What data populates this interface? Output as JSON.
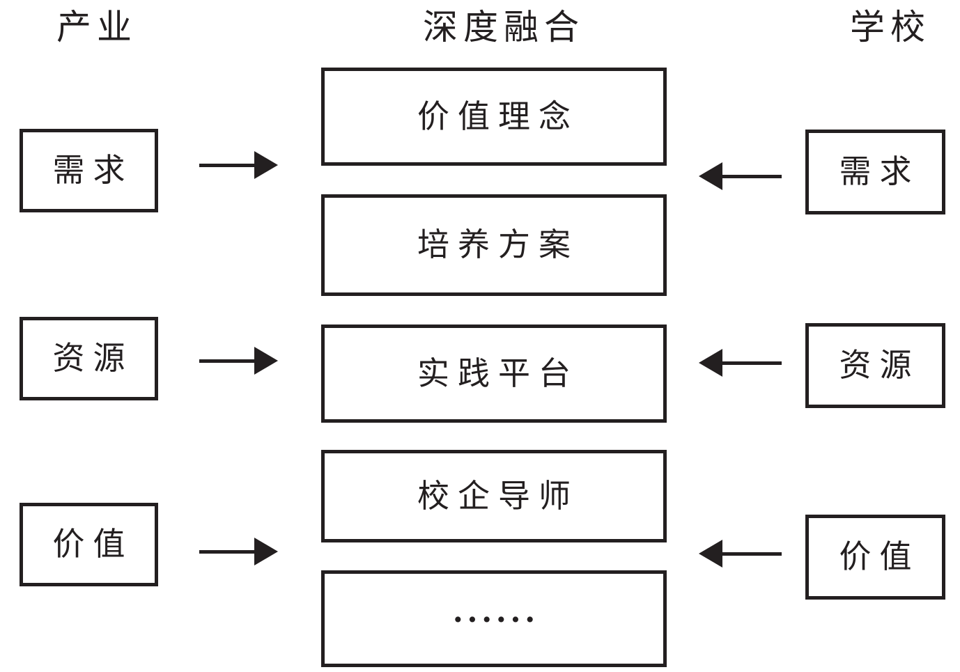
{
  "headers": {
    "left": "产业",
    "center": "深度融合",
    "right": "学校"
  },
  "left_column": {
    "items": [
      "需求",
      "资源",
      "价值"
    ]
  },
  "center_column": {
    "items": [
      "价值理念",
      "培养方案",
      "实践平台",
      "校企导师",
      "······"
    ]
  },
  "right_column": {
    "items": [
      "需求",
      "资源",
      "价值"
    ]
  },
  "arrows": {
    "left_to_center_count": 3,
    "right_to_center_count": 3,
    "left_direction": "right",
    "right_direction": "left"
  },
  "colors": {
    "line": "#231f20",
    "background": "#ffffff"
  }
}
